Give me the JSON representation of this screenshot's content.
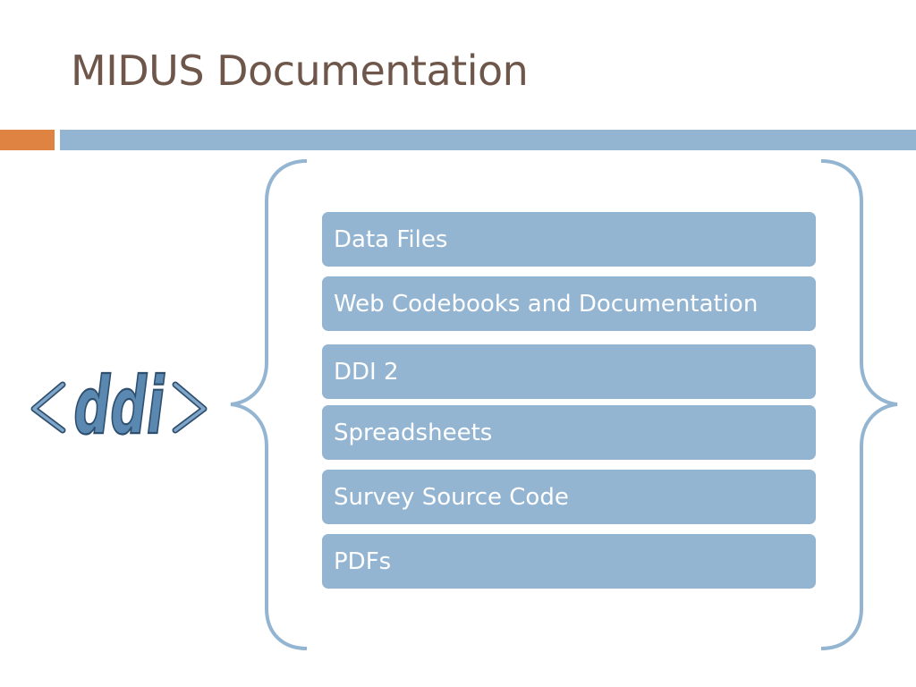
{
  "slide": {
    "title": "MIDUS Documentation",
    "logo_text": "ddi",
    "items": [
      {
        "label": "Data Files"
      },
      {
        "label": "Web Codebooks and Documentation"
      },
      {
        "label": "DDI 2"
      },
      {
        "label": "Spreadsheets"
      },
      {
        "label": "Survey Source Code"
      },
      {
        "label": "PDFs"
      }
    ]
  },
  "colors": {
    "title": "#6e574a",
    "accent_orange": "#df8343",
    "accent_blue": "#93b5d2",
    "logo_fill": "#5a88b0",
    "logo_outline": "#2f4f6e"
  }
}
